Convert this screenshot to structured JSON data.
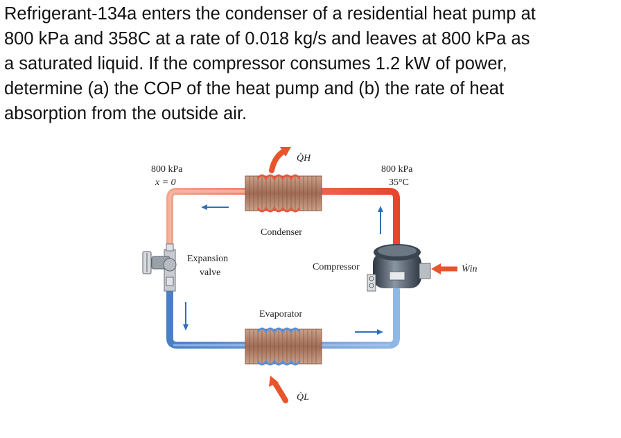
{
  "problem": {
    "lines": [
      "Refrigerant-134a enters the condenser of a residential heat pump at",
      "800 kPa and 358C at a rate of 0.018 kg/s and leaves at 800 kPa as",
      "a saturated liquid. If the compressor consumes 1.2 kW of power,",
      "determine (a) the COP of the heat pump and (b) the rate of heat",
      "absorption from the outside air."
    ]
  },
  "diagram": {
    "state_left": {
      "pressure": "800 kPa",
      "quality": "x = 0"
    },
    "state_right": {
      "pressure": "800 kPa",
      "temperature": "35°C"
    },
    "q_h": "Q̇H",
    "q_l": "Q̇L",
    "w_in": "Ẇin",
    "condenser_label": "Condenser",
    "evaporator_label": "Evaporator",
    "compressor_label": "Compressor",
    "expansion_label_1": "Expansion",
    "expansion_label_2": "valve",
    "colors": {
      "hot_pipe": "#e8593f",
      "warm_pipe": "#f08a6e",
      "cold_pipe": "#4e86cc",
      "arrow_hot": "#e8542b",
      "arrow_blue": "#2f6fb8"
    }
  }
}
